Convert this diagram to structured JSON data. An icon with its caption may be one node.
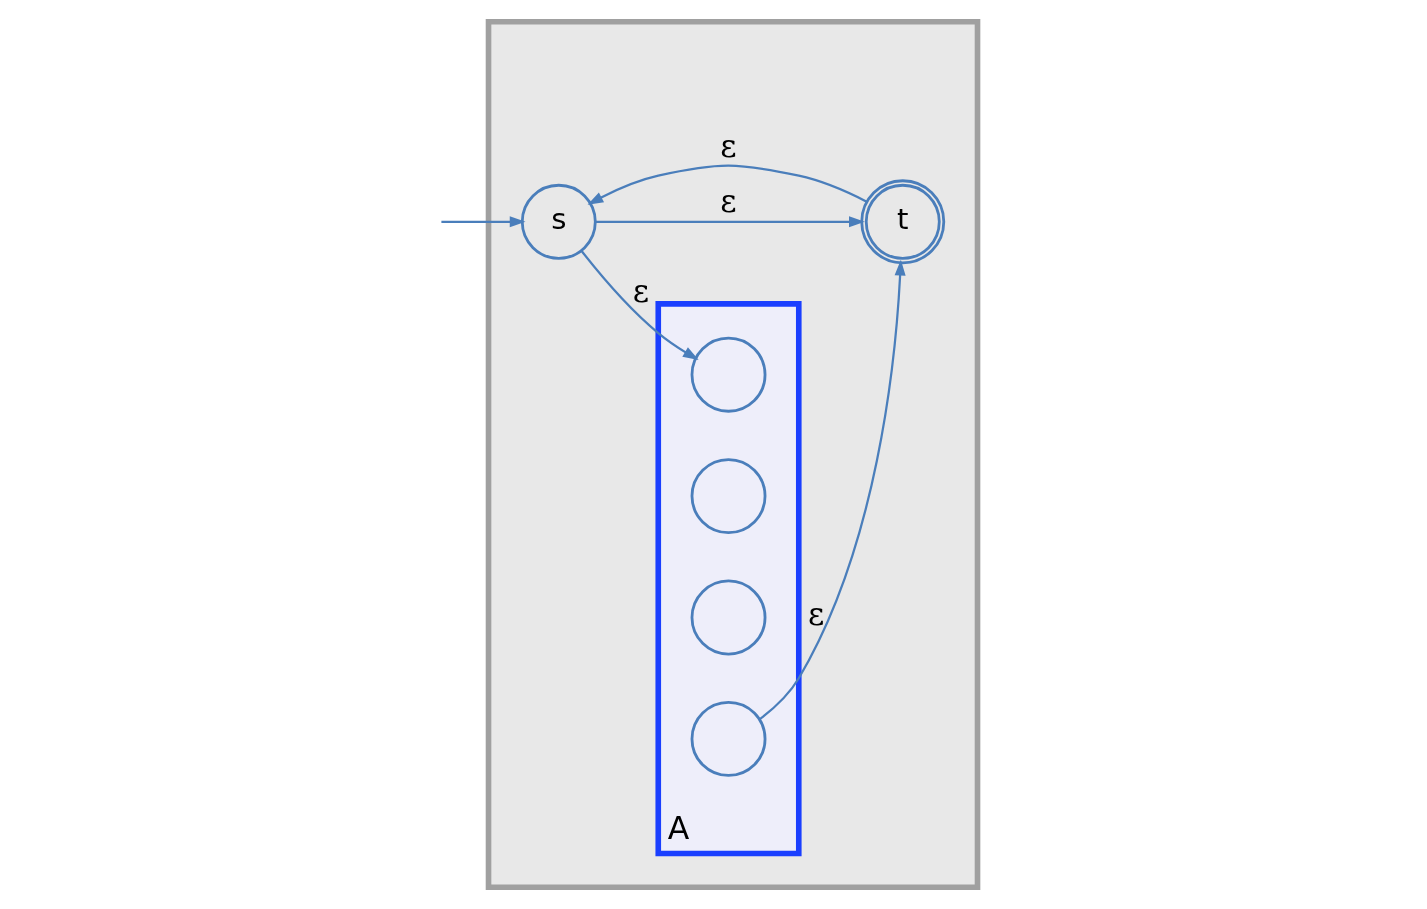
{
  "diagram": {
    "nodes": [
      {
        "text": [],
        "shape": "box"
      },
      {
        "text": [
          "s"
        ],
        "in": 0
      },
      {
        "text": [
          "A"
        ],
        "in": 0
      },
      {
        "text": [],
        "shape": "circle",
        "in": 2
      },
      {
        "text": [],
        "shape": "circle",
        "in": 2
      },
      {
        "text": [],
        "shape": "circle",
        "in": 2
      },
      {
        "text": [],
        "shape": "circle",
        "in": 2
      },
      {
        "text": [
          "t"
        ],
        "in": 0
      }
    ],
    "edges": [
      {
        "from": null,
        "to": 1,
        "arrow": "to"
      },
      {
        "from": 1,
        "to": 3,
        "label": "ε",
        "arrow": "to"
      },
      {
        "from": 6,
        "to": 7,
        "label": "ε",
        "arrow": "to"
      },
      {
        "from": 7,
        "to": 1,
        "label": "ε",
        "arrow": "to"
      },
      {
        "from": 1,
        "to": 7,
        "label": "ε",
        "arrow": "to"
      }
    ]
  }
}
